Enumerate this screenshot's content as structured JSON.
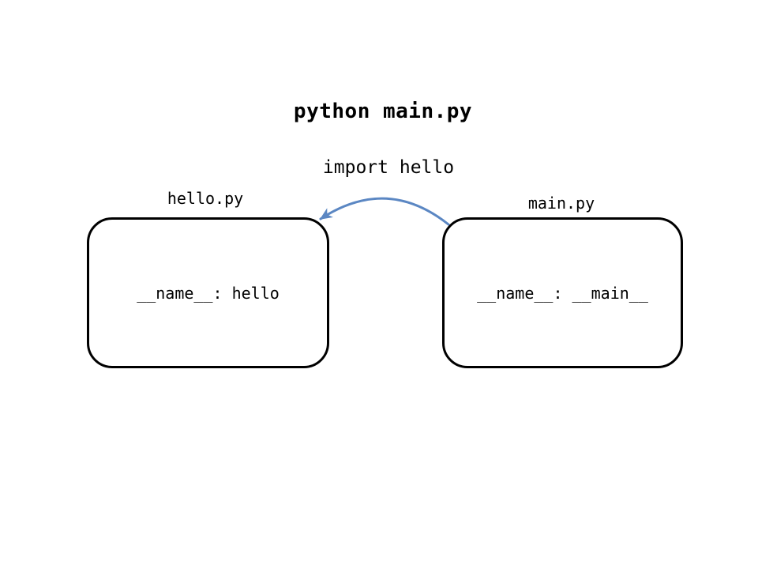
{
  "diagram": {
    "title": "python main.py",
    "import_label": "import hello",
    "boxes": [
      {
        "label": "hello.py",
        "content": "__name__: hello"
      },
      {
        "label": "main.py",
        "content": "__name__: __main__"
      }
    ],
    "arrow": {
      "from": "main.py",
      "to": "hello.py",
      "meaning": "import hello"
    },
    "colors": {
      "arrow_blue": "#5b87c3",
      "outline_black": "#000000",
      "text_black": "#000000",
      "background_white": "#ffffff"
    }
  }
}
